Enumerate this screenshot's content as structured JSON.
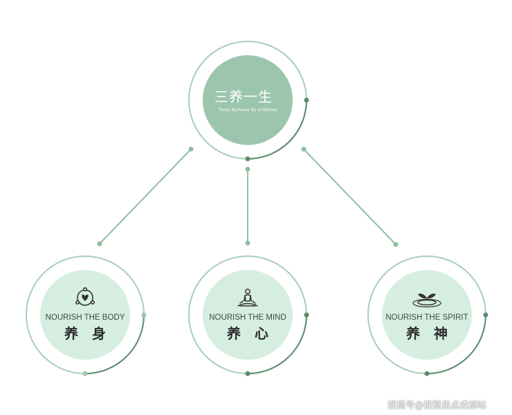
{
  "central": {
    "title": "三养一生",
    "subtitle": "Three Nurtures for a lifetime"
  },
  "nodes": [
    {
      "english": "NOURISH THE BODY",
      "chinese": "养　身",
      "icon": "heart-hands-icon"
    },
    {
      "english": "NOURISH THE MIND",
      "chinese": "养　心",
      "icon": "meditation-icon"
    },
    {
      "english": "NOURISH THE SPIRIT",
      "chinese": "养　神",
      "icon": "sprout-water-icon"
    }
  ],
  "colors": {
    "central_fill": "#9cc5ad",
    "node_fill": "#d6eee0",
    "ring": "#a9cdb5",
    "arc_dark": "#5c8a6c",
    "connector": "#8fbf9f"
  },
  "watermark": "搜狐号@搜狐焦点成都站"
}
